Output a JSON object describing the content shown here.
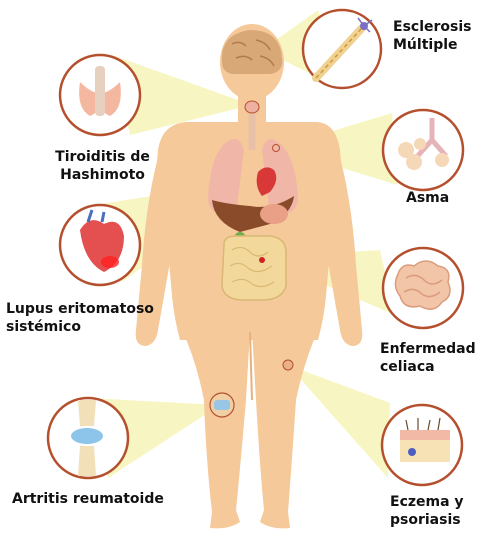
{
  "diagram": {
    "callouts": [
      {
        "id": "ms",
        "line1": "Esclerosis",
        "line2": "Múltiple",
        "icon": "neuron-icon"
      },
      {
        "id": "thyroid",
        "line1": "Tiroiditis de",
        "line2": "Hashimoto",
        "icon": "thyroid-icon"
      },
      {
        "id": "asthma",
        "line1": "Asma",
        "line2": "",
        "icon": "lungs-alveoli-icon"
      },
      {
        "id": "lupus",
        "line1": "Lupus eritomatoso",
        "line2": "sistémico",
        "icon": "heart-icon"
      },
      {
        "id": "celiac",
        "line1": "Enfermedad",
        "line2": "celiaca",
        "icon": "intestine-icon"
      },
      {
        "id": "ra",
        "line1": "Artritis reumatoide",
        "line2": "",
        "icon": "knee-joint-icon"
      },
      {
        "id": "eczema",
        "line1": "Eczema y",
        "line2": "psoriasis",
        "icon": "skin-section-icon"
      }
    ]
  },
  "colors": {
    "body": "#f5c99a",
    "body_shade": "#e8b27d",
    "beam": "#f7f6c2",
    "circle_ring": "#b5502e",
    "brain": "#d9a877",
    "organ_red": "#e06060",
    "liver": "#8a4b2a",
    "intestine": "#f2d89a"
  }
}
